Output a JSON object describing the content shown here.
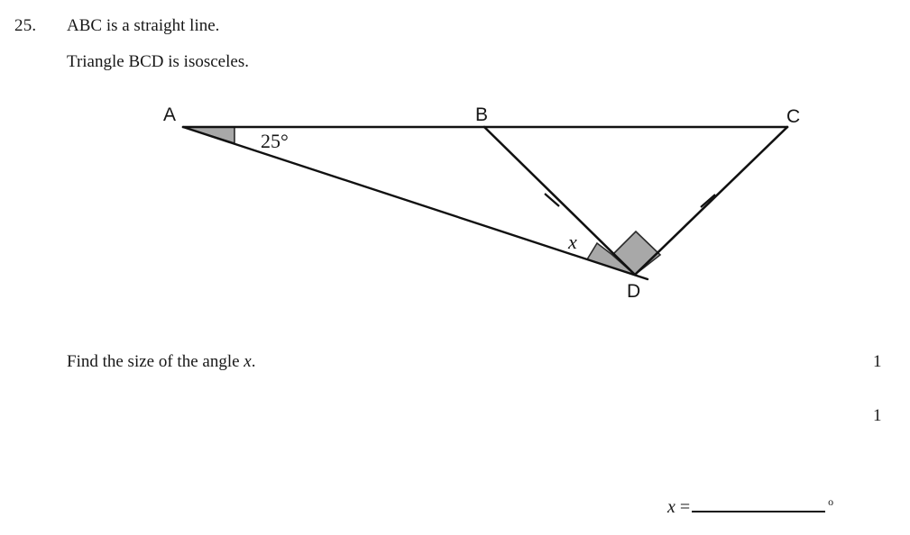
{
  "question": {
    "number": "25.",
    "statements": [
      "ABC is a straight line.",
      "Triangle BCD is isosceles."
    ],
    "prompt_prefix": "Find the size of the angle ",
    "prompt_variable": "x",
    "prompt_suffix": "."
  },
  "marks": {
    "first": "1",
    "second": "1"
  },
  "answer": {
    "variable": "x",
    "equals": "=",
    "degree_symbol": "o"
  },
  "diagram": {
    "vertices": {
      "a": "A",
      "b": "B",
      "c": "C",
      "d": "D"
    },
    "angle_at_a": "25°",
    "angle_at_d": "x",
    "colors": {
      "line": "#111111",
      "angle_fill": "#a8a8a8",
      "angle_stroke": "#2a2a2a"
    }
  }
}
